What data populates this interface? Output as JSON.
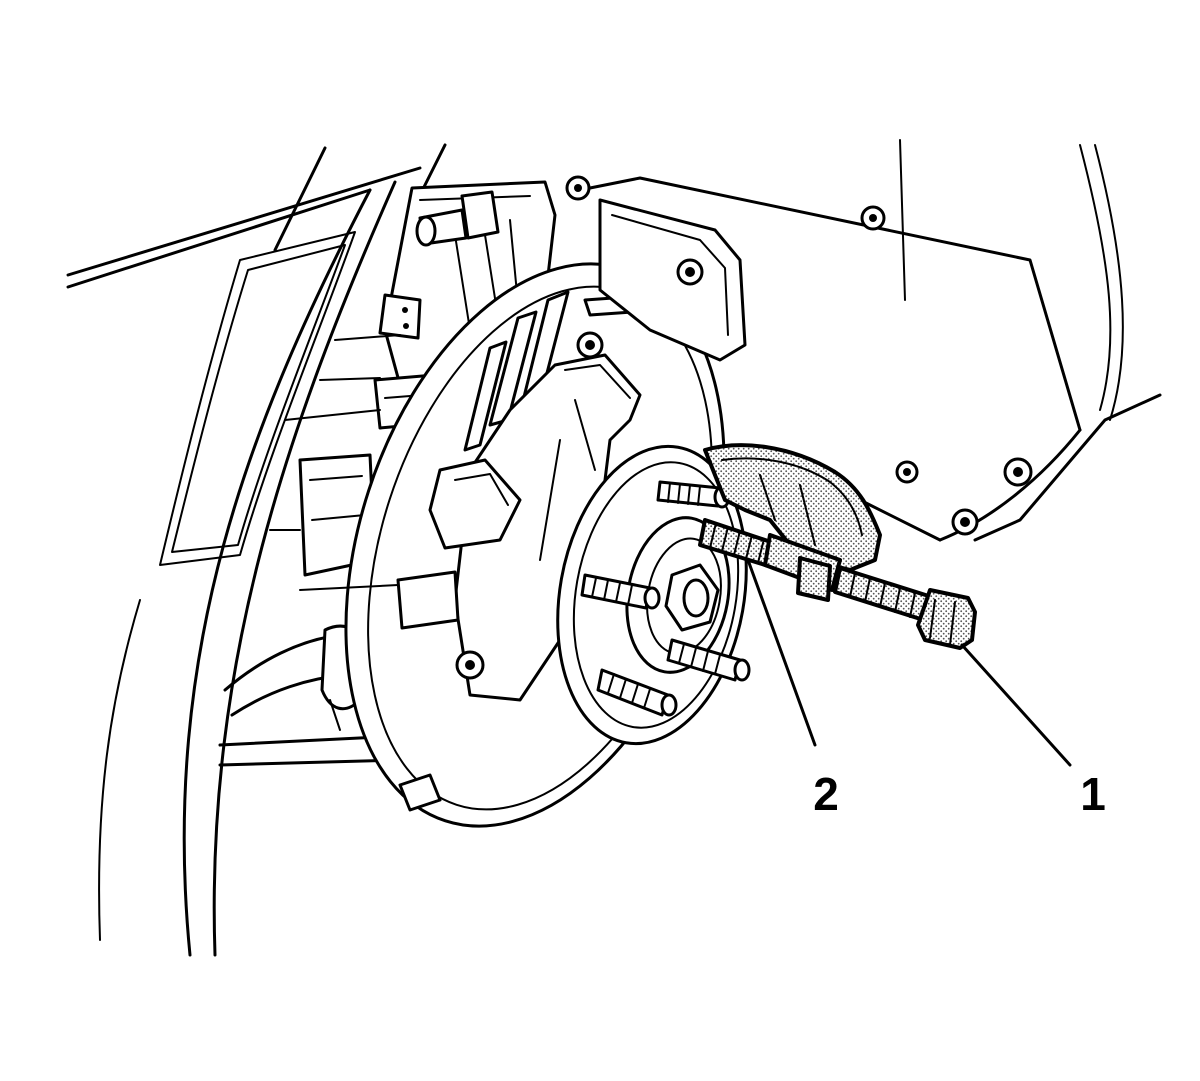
{
  "callouts": [
    {
      "id": "1",
      "label": "1"
    },
    {
      "id": "2",
      "label": "2"
    }
  ],
  "colors": {
    "line": "#000000",
    "background": "#ffffff",
    "highlight_fill": "#c8c8c8"
  }
}
